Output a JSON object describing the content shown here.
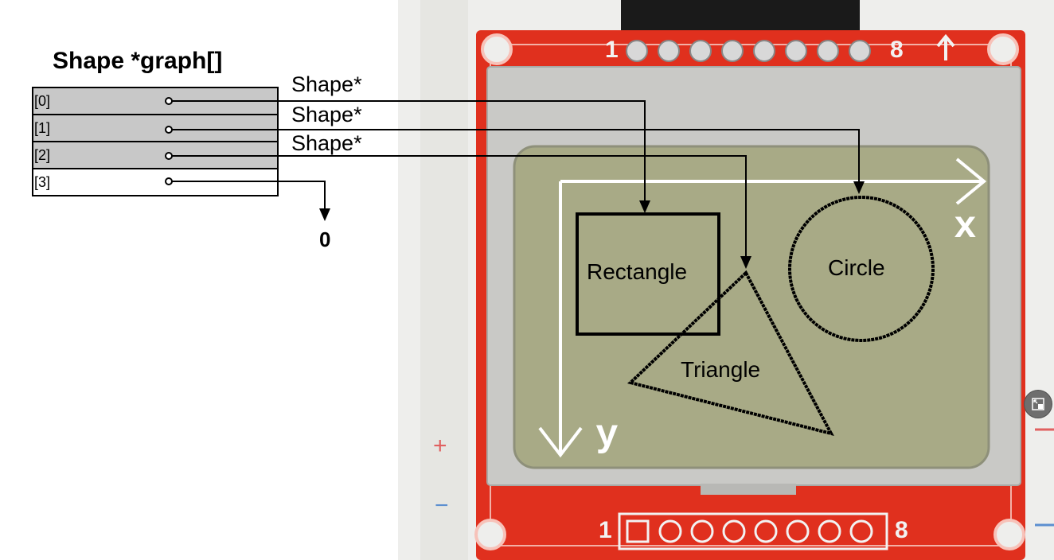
{
  "array": {
    "title": "Shape *graph[]",
    "cells": [
      {
        "index": "[0]",
        "filled": true
      },
      {
        "index": "[1]",
        "filled": true
      },
      {
        "index": "[2]",
        "filled": true
      },
      {
        "index": "[3]",
        "filled": false
      }
    ],
    "pointer_labels": [
      "Shape*",
      "Shape*",
      "Shape*"
    ],
    "null_value": "0"
  },
  "display": {
    "shapes": {
      "rectangle": "Rectangle",
      "circle": "Circle",
      "triangle": "Triangle"
    },
    "axes": {
      "x": "x",
      "y": "y"
    },
    "header_pins": {
      "first": "1",
      "last": "8"
    }
  },
  "colors": {
    "cell_fill": "#c8c8c8",
    "board_red": "#e0301e",
    "lcd_green": "#a8aa86",
    "breadboard": "#eeeeec"
  },
  "icons": {
    "overlay_button": "picture-in-picture-icon"
  }
}
